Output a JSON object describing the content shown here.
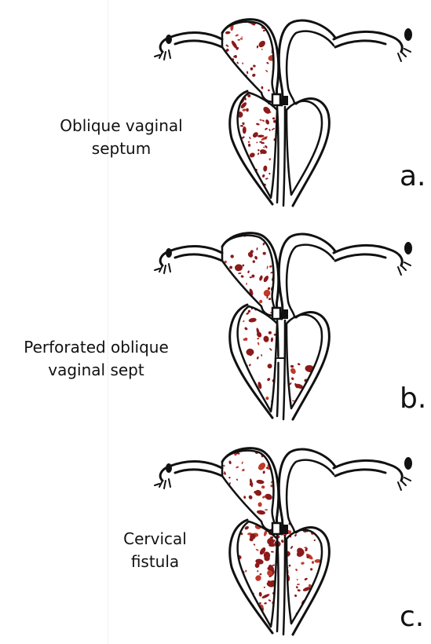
{
  "panels": [
    {
      "label_lines": [
        "Oblique vaginal",
        "septum"
      ],
      "letter": "a.",
      "variant": "septum"
    },
    {
      "label_lines": [
        "Perforated oblique",
        "vaginal sept"
      ],
      "letter": "b.",
      "variant": "perforated"
    },
    {
      "label_lines": [
        "Cervical",
        "fistula"
      ],
      "letter": "c.",
      "variant": "fistula"
    }
  ],
  "colors": {
    "ink": "#111111",
    "blood": "#8b1a1a",
    "blood_light": "#c0392b",
    "background": "#ffffff"
  }
}
